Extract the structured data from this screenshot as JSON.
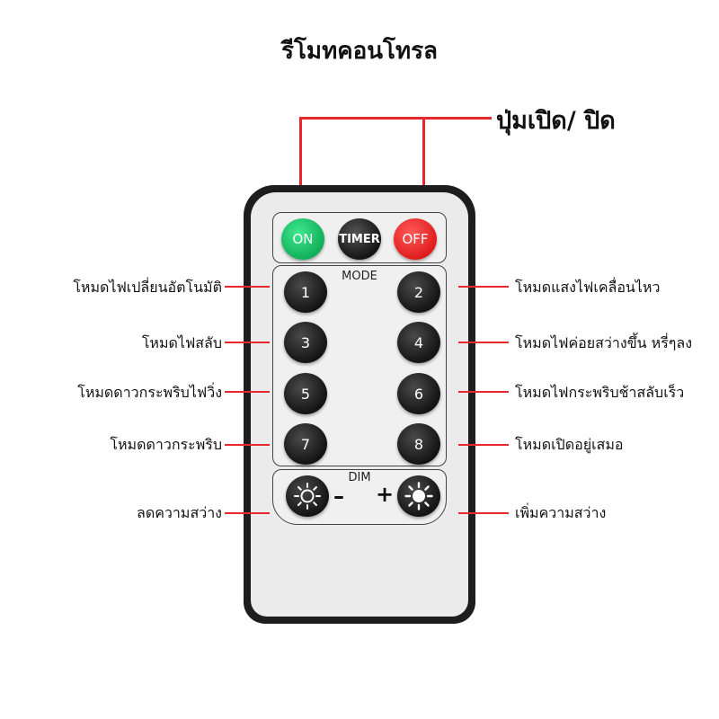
{
  "title": "รีโมทคอนโทรล",
  "power_label": "ปุ่มเปิด/ ปิด",
  "buttons": {
    "on": "ON",
    "timer": "TIMER",
    "off": "OFF",
    "mode_label": "MODE",
    "numbers": [
      "1",
      "2",
      "3",
      "4",
      "5",
      "6",
      "7",
      "8"
    ],
    "dim_label": "DIM",
    "minus": "–",
    "plus": "+"
  },
  "left_labels": [
    "โหมดไฟเปลี่ยนอัตโนมัติ",
    "โหมดไฟสลับ",
    "โหมดดาวกระพริบไฟวิ่ง",
    "โหมดดาวกระพริบ",
    "ลดความสว่าง"
  ],
  "right_labels": [
    "โหมดแสงไฟเคลื่อนไหว",
    "โหมดไฟค่อยสว่างขึ้น หรี่ๆลง",
    "โหมดไฟกระพริบช้าสลับเร็ว",
    "โหมดเปิดอยู่เสมอ",
    "เพิ่มความสว่าง"
  ],
  "colors": {
    "accent_red": "#e8262d",
    "on_green": "#12b05a",
    "off_red": "#e11d1d",
    "remote_body": "#1d1d1d"
  }
}
